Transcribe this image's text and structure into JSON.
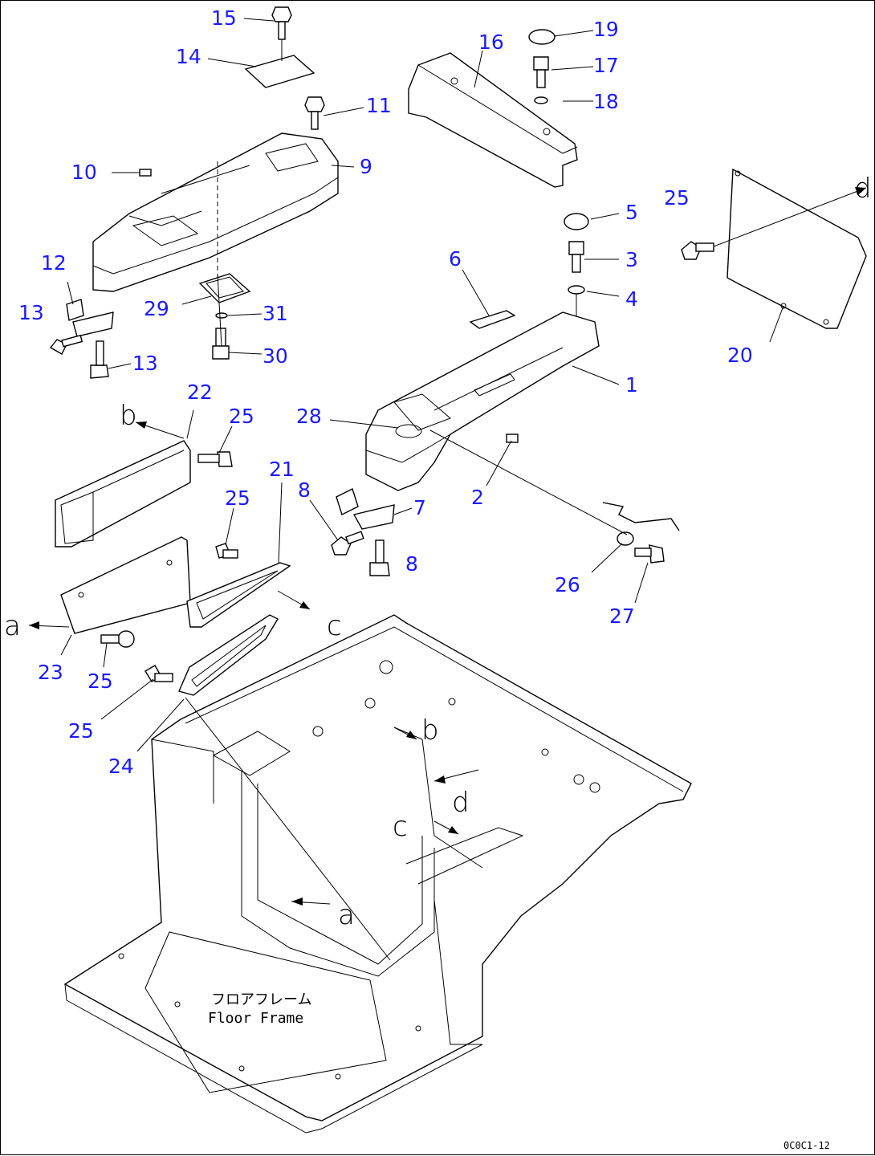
{
  "callouts": [
    {
      "id": "c15",
      "text": "15"
    },
    {
      "id": "c14",
      "text": "14"
    },
    {
      "id": "c11",
      "text": "11"
    },
    {
      "id": "c10",
      "text": "10"
    },
    {
      "id": "c9",
      "text": "9"
    },
    {
      "id": "c12",
      "text": "12"
    },
    {
      "id": "c13a",
      "text": "13"
    },
    {
      "id": "c13b",
      "text": "13"
    },
    {
      "id": "c29",
      "text": "29"
    },
    {
      "id": "c31",
      "text": "31"
    },
    {
      "id": "c30",
      "text": "30"
    },
    {
      "id": "c16",
      "text": "16"
    },
    {
      "id": "c19",
      "text": "19"
    },
    {
      "id": "c17",
      "text": "17"
    },
    {
      "id": "c18",
      "text": "18"
    },
    {
      "id": "c25a",
      "text": "25"
    },
    {
      "id": "c20",
      "text": "20"
    },
    {
      "id": "c5",
      "text": "5"
    },
    {
      "id": "c3",
      "text": "3"
    },
    {
      "id": "c4",
      "text": "4"
    },
    {
      "id": "c6",
      "text": "6"
    },
    {
      "id": "c1",
      "text": "1"
    },
    {
      "id": "c28",
      "text": "28"
    },
    {
      "id": "c2",
      "text": "2"
    },
    {
      "id": "c22",
      "text": "22"
    },
    {
      "id": "c25b",
      "text": "25"
    },
    {
      "id": "c21",
      "text": "21"
    },
    {
      "id": "c25c",
      "text": "25"
    },
    {
      "id": "c8a",
      "text": "8"
    },
    {
      "id": "c7",
      "text": "7"
    },
    {
      "id": "c8b",
      "text": "8"
    },
    {
      "id": "c26",
      "text": "26"
    },
    {
      "id": "c27",
      "text": "27"
    },
    {
      "id": "c23",
      "text": "23"
    },
    {
      "id": "c25d",
      "text": "25"
    },
    {
      "id": "c25e",
      "text": "25"
    },
    {
      "id": "c24",
      "text": "24"
    }
  ],
  "references": {
    "a1": "a",
    "a2": "a",
    "b1": "b",
    "b2": "b",
    "c1": "c",
    "c2": "c",
    "d1": "d",
    "d2": "d"
  },
  "floor_label": {
    "japanese": "フロアフレーム",
    "english": "Floor Frame"
  },
  "drawing_code": "0C0C1-12",
  "colors": {
    "callout": "#1a1aff",
    "line": "#000000",
    "background": "#ffffff"
  }
}
